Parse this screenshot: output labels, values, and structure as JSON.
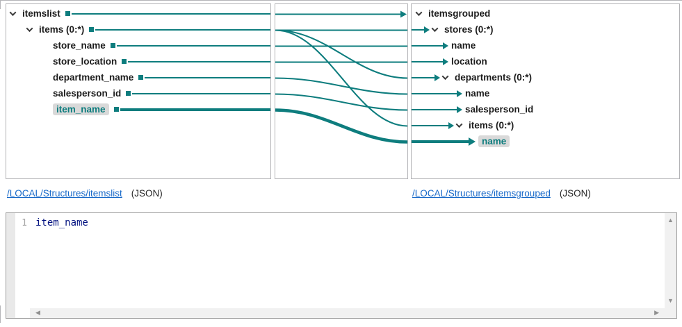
{
  "colors": {
    "mapping_teal": "#0E7D7E",
    "link_blue": "#1668C8",
    "selected_chip_bg": "#D9D9D9",
    "panel_border": "#B2B2B5",
    "code_text": "#001080"
  },
  "source_tree": {
    "rows": [
      {
        "label": "itemslist",
        "expandable": true,
        "expanded": true,
        "selected": false
      },
      {
        "label": "items (0:*)",
        "expandable": true,
        "expanded": true,
        "selected": false
      },
      {
        "label": "store_name",
        "expandable": false,
        "expanded": false,
        "selected": false
      },
      {
        "label": "store_location",
        "expandable": false,
        "expanded": false,
        "selected": false
      },
      {
        "label": "department_name",
        "expandable": false,
        "expanded": false,
        "selected": false
      },
      {
        "label": "salesperson_id",
        "expandable": false,
        "expanded": false,
        "selected": false
      },
      {
        "label": "item_name",
        "expandable": false,
        "expanded": false,
        "selected": true
      }
    ]
  },
  "target_tree": {
    "rows": [
      {
        "label": "itemsgrouped",
        "expandable": true,
        "expanded": true,
        "selected": false,
        "mapped": false
      },
      {
        "label": "stores (0:*)",
        "expandable": true,
        "expanded": true,
        "selected": false,
        "mapped": true
      },
      {
        "label": "name",
        "expandable": false,
        "expanded": false,
        "selected": false,
        "mapped": true
      },
      {
        "label": "location",
        "expandable": false,
        "expanded": false,
        "selected": false,
        "mapped": true
      },
      {
        "label": "departments (0:*)",
        "expandable": true,
        "expanded": true,
        "selected": false,
        "mapped": true
      },
      {
        "label": "name",
        "expandable": false,
        "expanded": false,
        "selected": false,
        "mapped": true
      },
      {
        "label": "salesperson_id",
        "expandable": false,
        "expanded": false,
        "selected": false,
        "mapped": true
      },
      {
        "label": "items (0:*)",
        "expandable": true,
        "expanded": true,
        "selected": false,
        "mapped": true
      },
      {
        "label": "name",
        "expandable": false,
        "expanded": false,
        "selected": true,
        "mapped": true
      }
    ]
  },
  "mappings": [
    {
      "from": 0,
      "to": 0,
      "source": "itemslist",
      "target": "itemsgrouped",
      "selected": false
    },
    {
      "from": 1,
      "to": 1,
      "source": "items (0:*)",
      "target": "stores (0:*)",
      "selected": false
    },
    {
      "from": 1,
      "to": 4,
      "source": "items (0:*)",
      "target": "departments (0:*)",
      "selected": false
    },
    {
      "from": 1,
      "to": 7,
      "source": "items (0:*)",
      "target": "items (0:*)",
      "selected": false
    },
    {
      "from": 2,
      "to": 2,
      "source": "store_name",
      "target": "name",
      "selected": false
    },
    {
      "from": 3,
      "to": 3,
      "source": "store_location",
      "target": "location",
      "selected": false
    },
    {
      "from": 4,
      "to": 5,
      "source": "department_name",
      "target": "name",
      "selected": false
    },
    {
      "from": 5,
      "to": 6,
      "source": "salesperson_id",
      "target": "salesperson_id",
      "selected": false
    },
    {
      "from": 6,
      "to": 8,
      "source": "item_name",
      "target": "name",
      "selected": true
    }
  ],
  "links": {
    "source": {
      "path": "/LOCAL/Structures/itemslist",
      "format": "(JSON)"
    },
    "target": {
      "path": "/LOCAL/Structures/itemsgrouped",
      "format": "(JSON)"
    }
  },
  "expression_editor": {
    "line_number": "1",
    "code": "item_name"
  },
  "icons": {
    "scroll_up": "▲",
    "scroll_down": "▼",
    "scroll_left": "◀",
    "scroll_right": "▶"
  }
}
